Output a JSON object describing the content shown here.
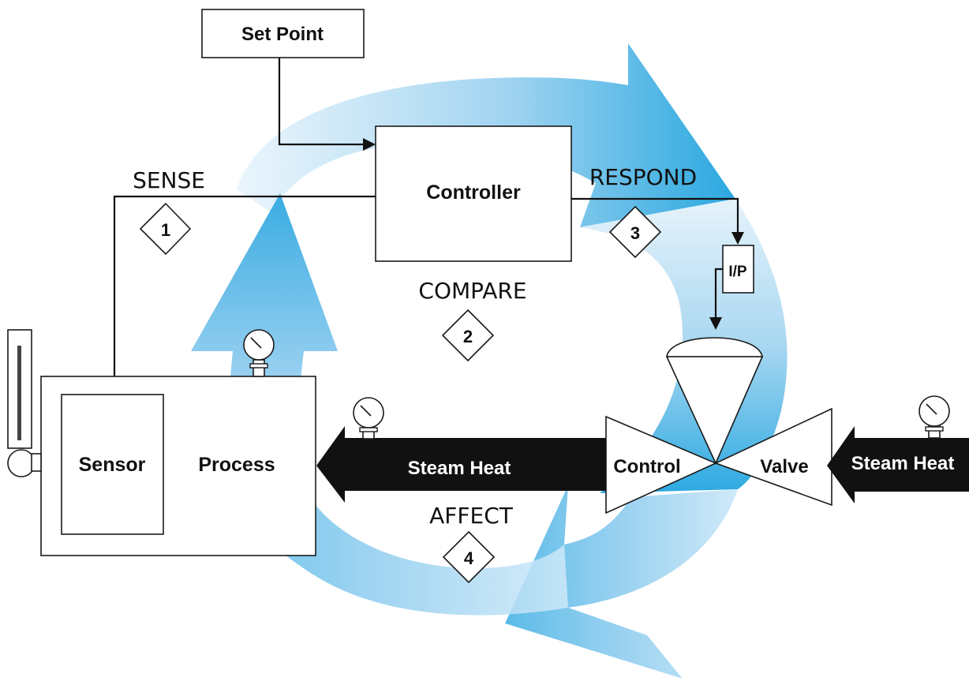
{
  "colors": {
    "cycle_arrow_light": "#dff0fb",
    "cycle_arrow_mid": "#8fcdef",
    "cycle_arrow_dark": "#2eaae1",
    "steam_arrow": "#111111",
    "line": "#111111",
    "box_fill": "#ffffff"
  },
  "icons": {
    "gauge": "pressure-gauge-icon",
    "thermometer": "thermometer-icon"
  },
  "boxes": {
    "set_point": "Set Point",
    "controller": "Controller",
    "ip_converter": "I/P",
    "sensor": "Sensor",
    "process": "Process"
  },
  "valve": {
    "left_label": "Control",
    "right_label": "Valve"
  },
  "flows": {
    "steam_in": "Steam Heat",
    "steam_out": "Steam Heat"
  },
  "steps": [
    {
      "label": "SENSE",
      "number": "1"
    },
    {
      "label": "COMPARE",
      "number": "2"
    },
    {
      "label": "RESPOND",
      "number": "3"
    },
    {
      "label": "AFFECT",
      "number": "4"
    }
  ]
}
